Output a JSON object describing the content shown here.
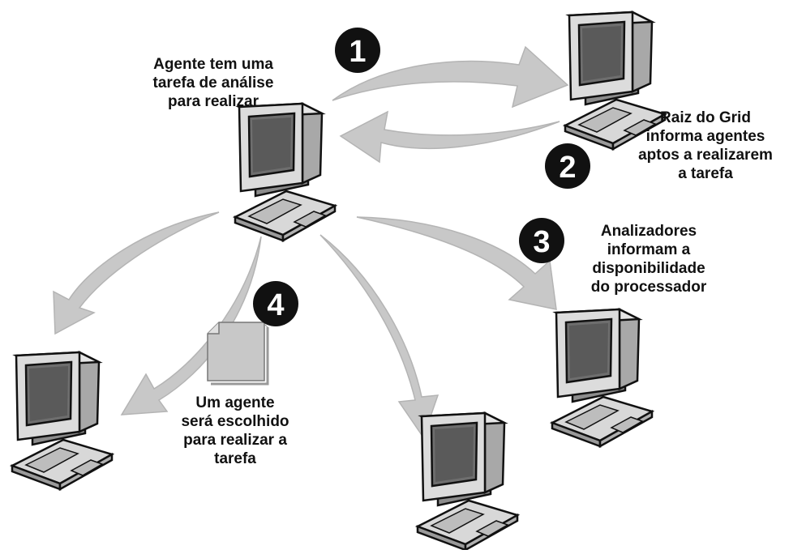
{
  "steps": [
    {
      "number": "1",
      "text": [
        "Agente tem uma",
        "tarefa de análise",
        "para realizar"
      ]
    },
    {
      "number": "2",
      "text": [
        "Raiz do Grid",
        "informa agentes",
        "aptos a realizarem",
        "a tarefa"
      ]
    },
    {
      "number": "3",
      "text": [
        "Analizadores",
        "informam a",
        "disponibilidade",
        "do processador"
      ]
    },
    {
      "number": "4",
      "text": [
        "Um agente",
        "será escolhido",
        "para realizar a",
        "tarefa"
      ]
    }
  ],
  "colors": {
    "arrow": "#c8c8c8",
    "arrow_edge": "#b4b4b4",
    "badge": "#111111",
    "monitor_frame": "#dcdcdc",
    "screen": "#6e6e6e",
    "document": "#c8c8c8"
  },
  "icons": {
    "computer": "desktop-computer-icon",
    "document": "document-icon"
  }
}
